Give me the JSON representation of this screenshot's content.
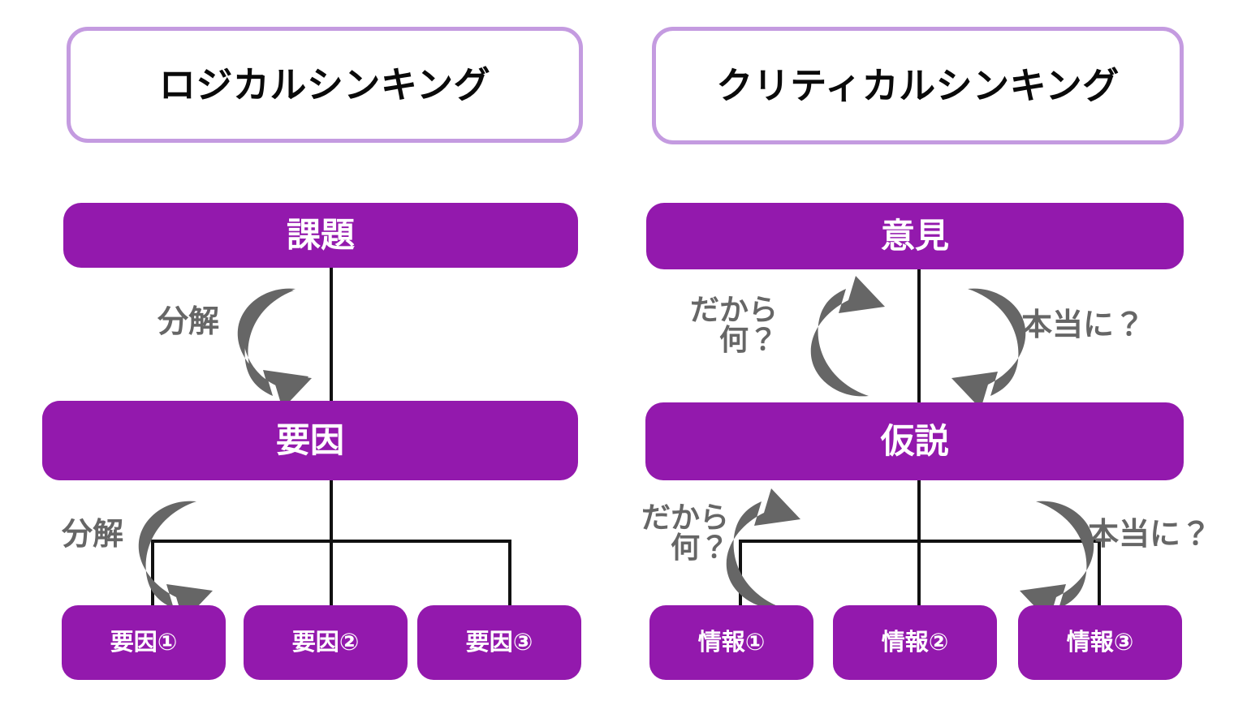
{
  "colors": {
    "node_fill": "#9319ad",
    "header_border": "#c49be0",
    "header_bg": "#ffffff",
    "arrow_gray": "#666666",
    "connector": "#111111",
    "node_text": "#ffffff",
    "header_text": "#0a0a0a",
    "background": "#ffffff"
  },
  "panels": [
    {
      "id": "logical",
      "header": "ロジカルシンキング",
      "nodes": {
        "top": "課題",
        "middle": "要因",
        "leaves": [
          "要因①",
          "要因②",
          "要因③"
        ]
      },
      "annotations": [
        {
          "id": "upper-left",
          "text": "分解"
        },
        {
          "id": "lower-left",
          "text": "分解"
        }
      ],
      "arrows": [
        {
          "id": "upper-decompose",
          "direction": "down",
          "shape": "c-open-right"
        },
        {
          "id": "lower-decompose",
          "direction": "down",
          "shape": "c-open-right"
        }
      ]
    },
    {
      "id": "critical",
      "header": "クリティカルシンキング",
      "nodes": {
        "top": "意見",
        "middle": "仮説",
        "leaves": [
          "情報①",
          "情報②",
          "情報③"
        ]
      },
      "annotations": [
        {
          "id": "upper-left",
          "text": "だから\n何？"
        },
        {
          "id": "upper-right",
          "text": "本当に？"
        },
        {
          "id": "lower-left",
          "text": "だから\n何？"
        },
        {
          "id": "lower-right",
          "text": "本当に？"
        }
      ],
      "arrows": [
        {
          "id": "upper-so-what",
          "direction": "up",
          "shape": "c-open-right"
        },
        {
          "id": "upper-really",
          "direction": "down",
          "shape": "c-open-left"
        },
        {
          "id": "lower-so-what",
          "direction": "up",
          "shape": "c-open-right"
        },
        {
          "id": "lower-really",
          "direction": "down",
          "shape": "c-open-left"
        }
      ]
    }
  ]
}
